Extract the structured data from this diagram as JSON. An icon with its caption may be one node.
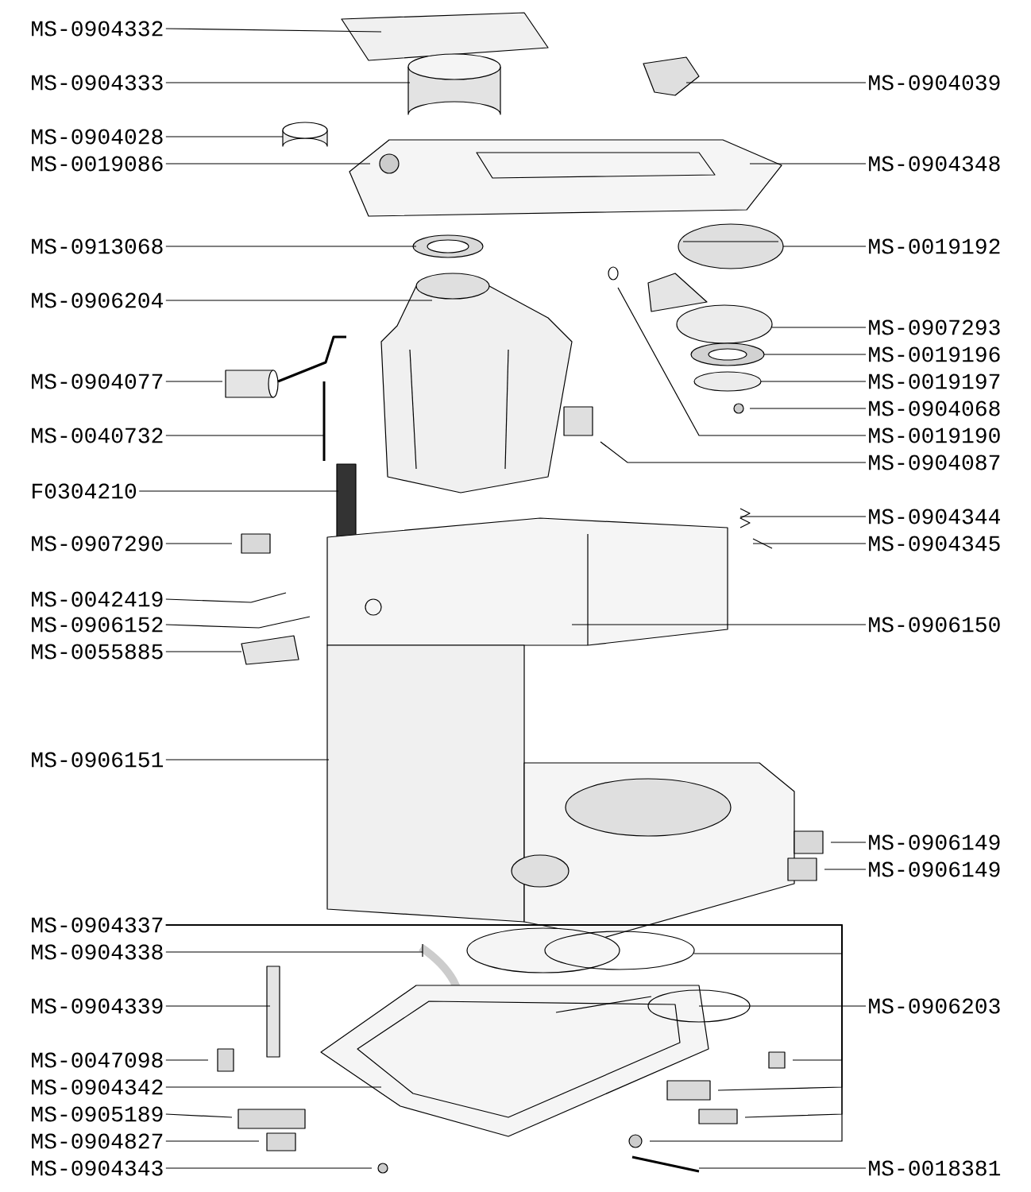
{
  "diagram": {
    "nodes": [
      {
        "text": [
          "MS-0904332"
        ]
      },
      {
        "text": [
          "MS-0904333"
        ]
      },
      {
        "text": [
          "MS-0904028"
        ]
      },
      {
        "text": [
          "MS-0019086"
        ]
      },
      {
        "text": [
          "MS-0913068"
        ]
      },
      {
        "text": [
          "MS-0906204"
        ]
      },
      {
        "text": [
          "MS-0904077"
        ]
      },
      {
        "text": [
          "MS-0040732"
        ]
      },
      {
        "text": [
          "F0304210"
        ]
      },
      {
        "text": [
          "MS-0907290"
        ]
      },
      {
        "text": [
          "MS-0042419"
        ]
      },
      {
        "text": [
          "MS-0906152"
        ]
      },
      {
        "text": [
          "MS-0055885"
        ]
      },
      {
        "text": [
          "MS-0906151"
        ]
      },
      {
        "text": [
          "MS-0904337"
        ]
      },
      {
        "text": [
          "MS-0904338"
        ]
      },
      {
        "text": [
          "MS-0904339"
        ]
      },
      {
        "text": [
          "MS-0047098"
        ]
      },
      {
        "text": [
          "MS-0904342"
        ]
      },
      {
        "text": [
          "MS-0905189"
        ]
      },
      {
        "text": [
          "MS-0904827"
        ]
      },
      {
        "text": [
          "MS-0904343"
        ]
      },
      {
        "text": [
          "MS-0904039"
        ]
      },
      {
        "text": [
          "MS-0904348"
        ]
      },
      {
        "text": [
          "MS-0019192"
        ]
      },
      {
        "text": [
          "MS-0907293"
        ]
      },
      {
        "text": [
          "MS-0019196"
        ]
      },
      {
        "text": [
          "MS-0019197"
        ]
      },
      {
        "text": [
          "MS-0904068"
        ]
      },
      {
        "text": [
          "MS-0019190"
        ]
      },
      {
        "text": [
          "MS-0904087"
        ]
      },
      {
        "text": [
          "MS-0904344"
        ]
      },
      {
        "text": [
          "MS-0904345"
        ]
      },
      {
        "text": [
          "MS-0906150"
        ]
      },
      {
        "text": [
          "MS-0906149"
        ]
      },
      {
        "text": [
          "MS-0906149"
        ]
      },
      {
        "text": [
          "MS-0906203"
        ]
      },
      {
        "text": [
          "MS-0018381"
        ]
      }
    ],
    "edges": [
      {
        "from": 0,
        "to": null,
        "arrow": "none"
      },
      {
        "from": 1,
        "to": null,
        "arrow": "none"
      },
      {
        "from": 2,
        "to": null,
        "arrow": "none"
      },
      {
        "from": 3,
        "to": null,
        "arrow": "none"
      },
      {
        "from": 4,
        "to": null,
        "arrow": "none"
      },
      {
        "from": 5,
        "to": null,
        "arrow": "none"
      },
      {
        "from": 6,
        "to": null,
        "arrow": "none"
      },
      {
        "from": 7,
        "to": null,
        "arrow": "none"
      },
      {
        "from": 8,
        "to": null,
        "arrow": "none"
      },
      {
        "from": 9,
        "to": null,
        "arrow": "none"
      },
      {
        "from": 10,
        "to": null,
        "arrow": "none"
      },
      {
        "from": 11,
        "to": null,
        "arrow": "none"
      },
      {
        "from": 12,
        "to": null,
        "arrow": "none"
      },
      {
        "from": 13,
        "to": null,
        "arrow": "none"
      },
      {
        "from": 14,
        "to": null,
        "arrow": "none"
      },
      {
        "from": 14,
        "to": null,
        "arrow": "none"
      },
      {
        "from": 14,
        "to": null,
        "arrow": "none"
      },
      {
        "from": 14,
        "to": null,
        "arrow": "none"
      },
      {
        "from": 14,
        "to": null,
        "arrow": "none"
      },
      {
        "from": 15,
        "to": null,
        "arrow": "none"
      },
      {
        "from": 16,
        "to": null,
        "arrow": "none"
      },
      {
        "from": 17,
        "to": null,
        "arrow": "none"
      },
      {
        "from": 18,
        "to": null,
        "arrow": "none"
      },
      {
        "from": 19,
        "to": null,
        "arrow": "none"
      },
      {
        "from": 20,
        "to": null,
        "arrow": "none"
      },
      {
        "from": 21,
        "to": null,
        "arrow": "none"
      },
      {
        "from": 22,
        "to": null,
        "arrow": "none"
      },
      {
        "from": 23,
        "to": null,
        "arrow": "none"
      },
      {
        "from": 24,
        "to": null,
        "arrow": "none"
      },
      {
        "from": 25,
        "to": null,
        "arrow": "none"
      },
      {
        "from": 26,
        "to": null,
        "arrow": "none"
      },
      {
        "from": 27,
        "to": null,
        "arrow": "none"
      },
      {
        "from": 28,
        "to": null,
        "arrow": "none"
      },
      {
        "from": 29,
        "to": null,
        "arrow": "none"
      },
      {
        "from": 30,
        "to": null,
        "arrow": "none"
      },
      {
        "from": 31,
        "to": null,
        "arrow": "none"
      },
      {
        "from": 32,
        "to": null,
        "arrow": "none"
      },
      {
        "from": 33,
        "to": null,
        "arrow": "none"
      },
      {
        "from": 34,
        "to": null,
        "arrow": "none"
      },
      {
        "from": 35,
        "to": null,
        "arrow": "none"
      },
      {
        "from": 36,
        "to": null,
        "arrow": "none"
      },
      {
        "from": 37,
        "to": null,
        "arrow": "none"
      }
    ]
  }
}
